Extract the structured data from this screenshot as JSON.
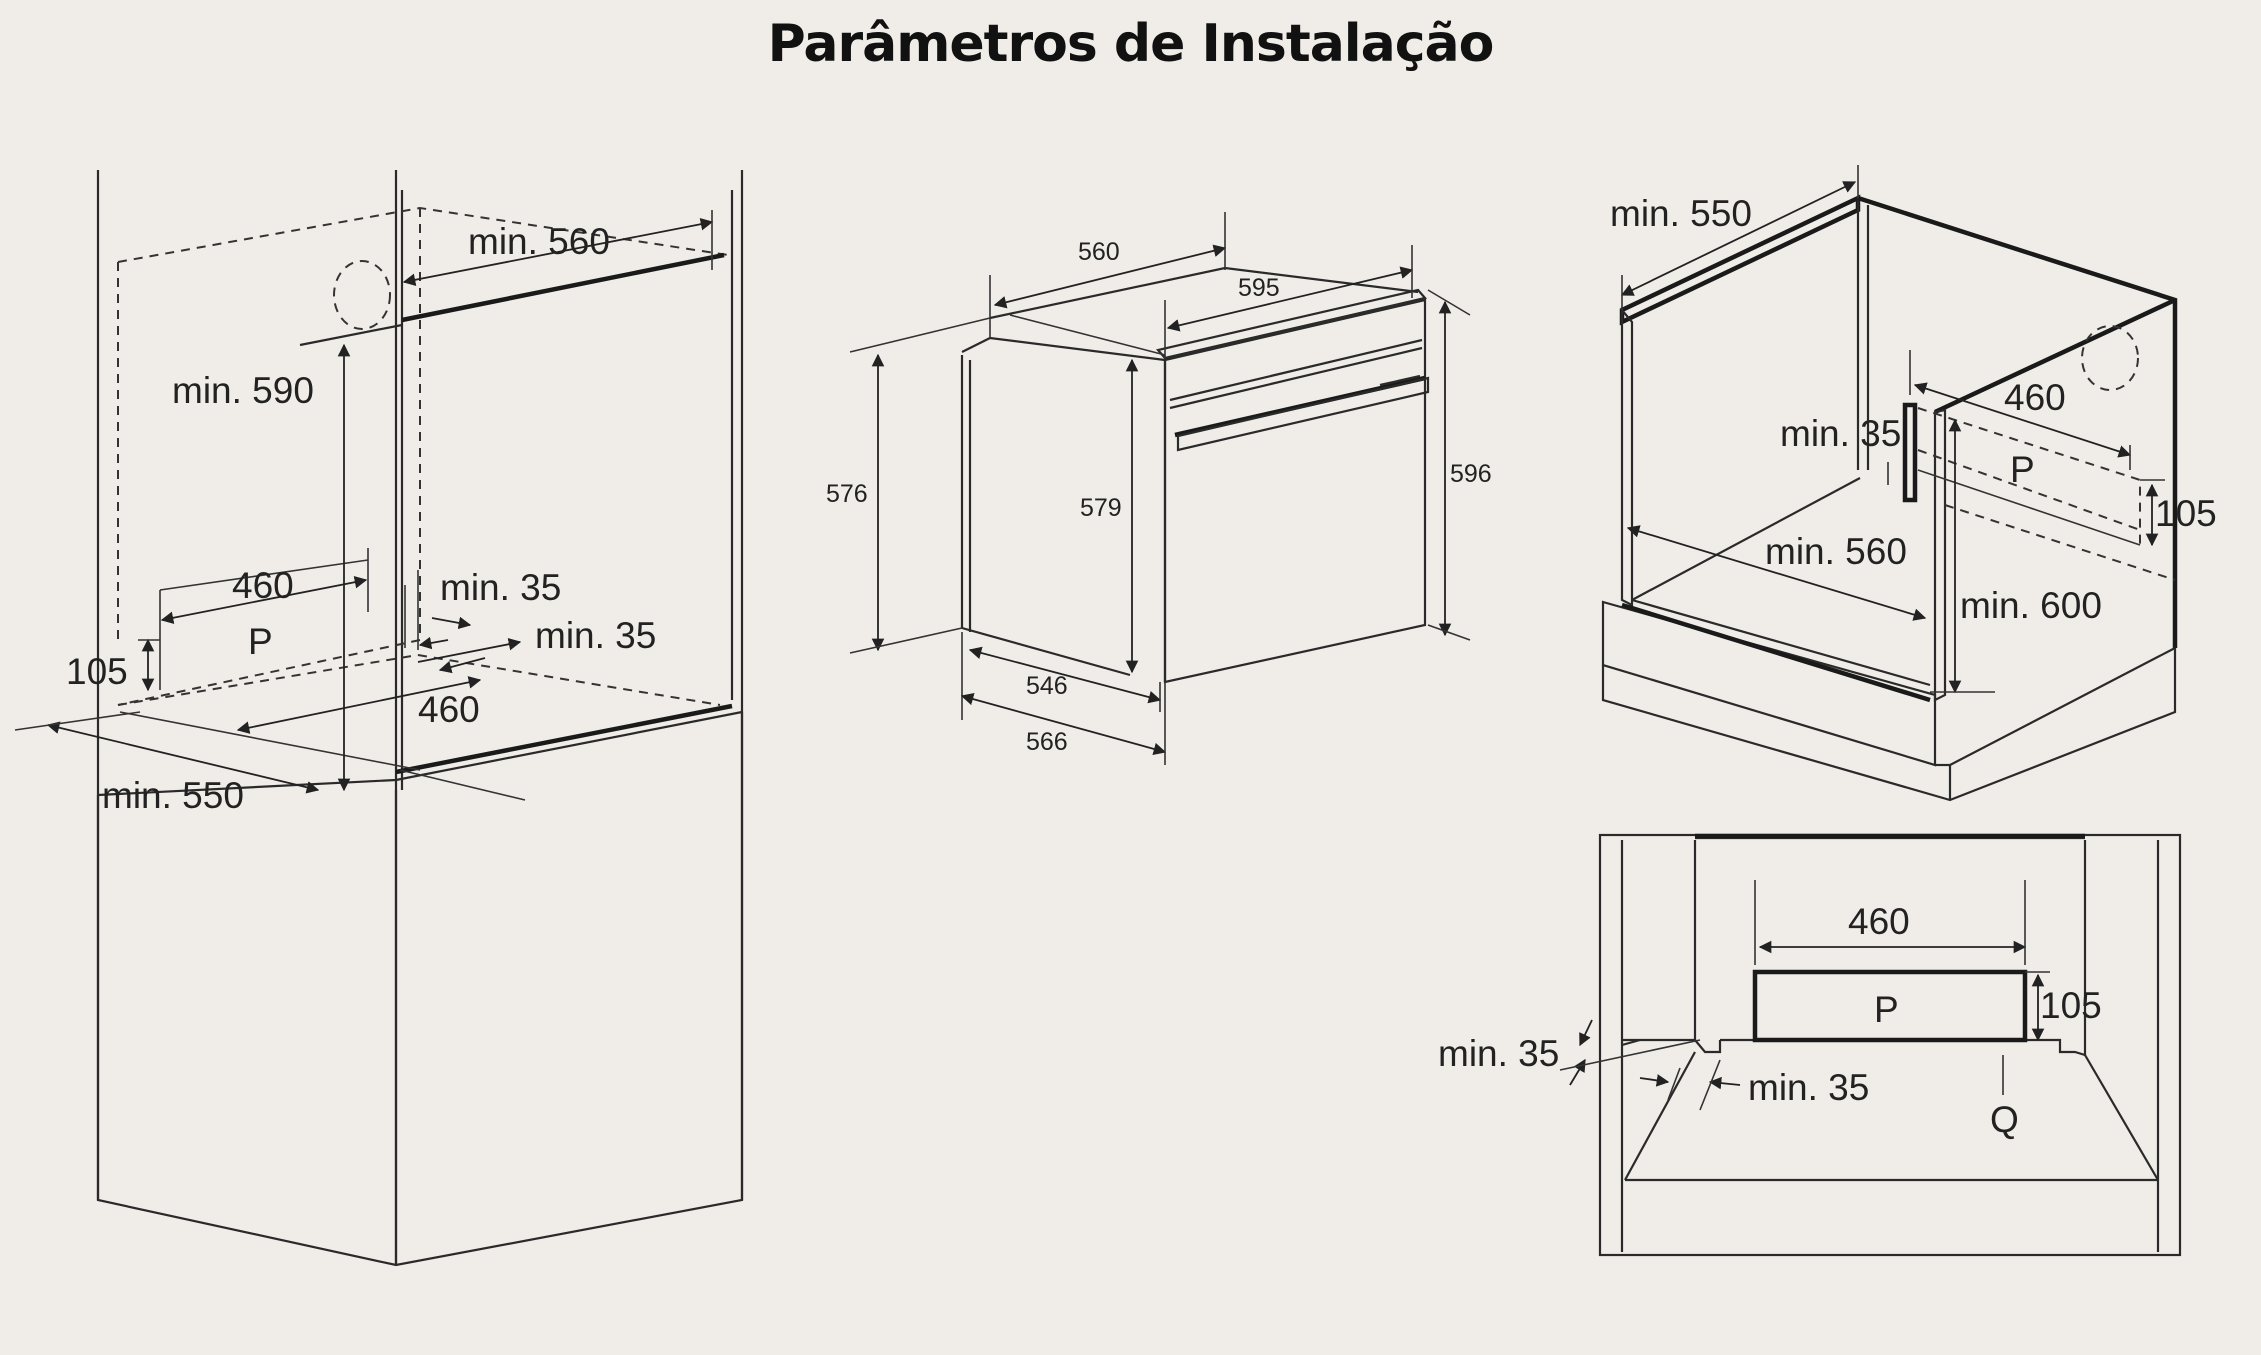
{
  "title": "Parâmetros de Instalação",
  "diagram_left": {
    "labels": {
      "min560": "min. 560",
      "min590": "min. 590",
      "w460_top": "460",
      "p": "P",
      "min35_a": "min. 35",
      "min35_b": "min. 35",
      "h105": "105",
      "w460_bottom": "460",
      "min550": "min. 550"
    }
  },
  "diagram_oven": {
    "labels": {
      "d560": "560",
      "w595": "595",
      "h576": "576",
      "h579": "579",
      "h596": "596",
      "d546": "546",
      "d566": "566"
    }
  },
  "diagram_right_top": {
    "labels": {
      "min550": "min. 550",
      "w460": "460",
      "min35": "min. 35",
      "p": "P",
      "h105": "105",
      "min560": "min. 560",
      "min600": "min. 600"
    }
  },
  "diagram_right_bottom": {
    "labels": {
      "w460": "460",
      "p": "P",
      "h105": "105",
      "min35_a": "min. 35",
      "min35_b": "min. 35",
      "q": "Q"
    }
  }
}
